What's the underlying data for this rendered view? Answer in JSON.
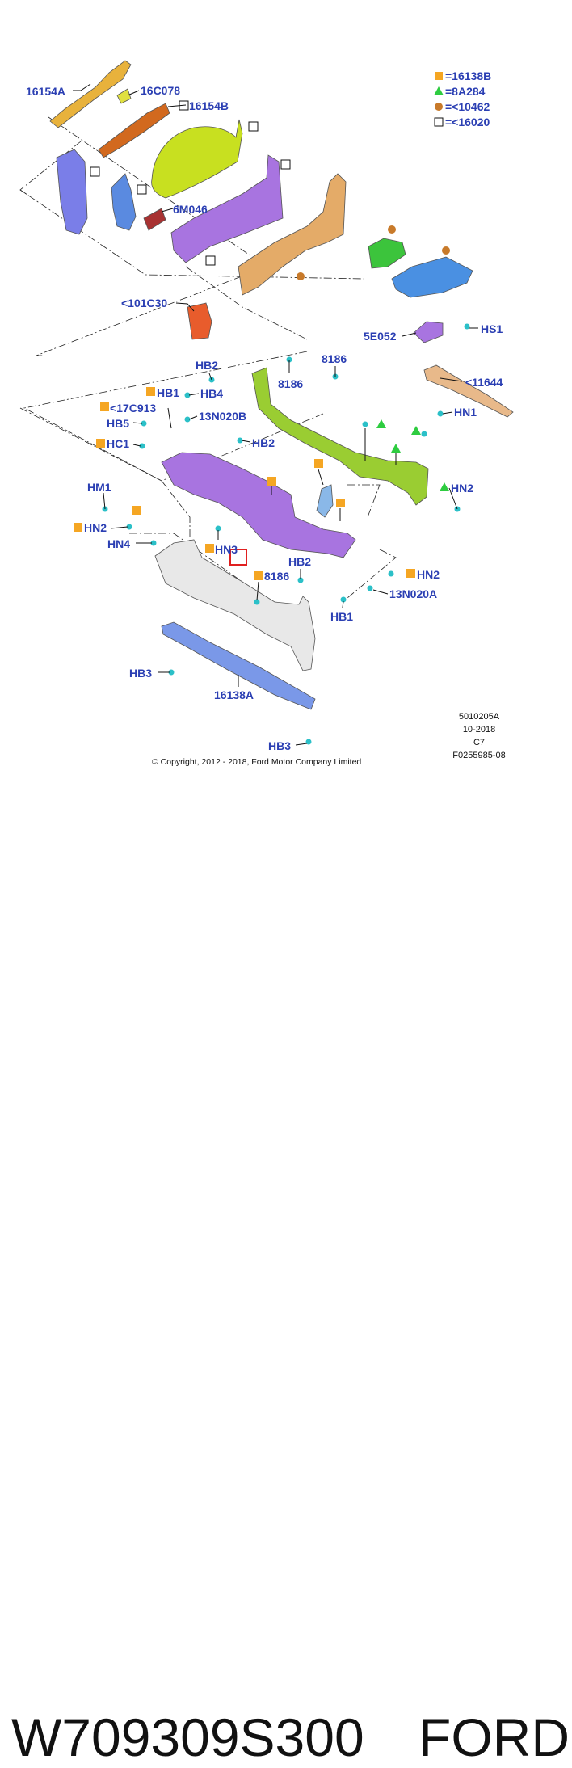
{
  "legend": [
    {
      "symbol": "square-orange",
      "text": "=16138B"
    },
    {
      "symbol": "triangle-green",
      "text": "=8A284"
    },
    {
      "symbol": "circle-brown",
      "text": "=<10462"
    },
    {
      "symbol": "square-outline",
      "text": "=<16020"
    }
  ],
  "labels": {
    "l16154A": "16154A",
    "l16C078": "16C078",
    "l16154B": "16154B",
    "l6M046": "6M046",
    "l101C30": "<101C30",
    "l5E052": "5E052",
    "lHS1": "HS1",
    "l11644": "<11644",
    "lHN1a": "HN1",
    "lHB2a": "HB2",
    "l8186a": "8186",
    "l8186b": "8186",
    "lHB1a": "HB1",
    "lHB4": "HB4",
    "l17C913": "<17C913",
    "lHB5": "HB5",
    "l13N020Ba": "13N020B",
    "lHC1": "HC1",
    "lHB2b": "HB2",
    "lHN2a": "HN2",
    "lHM1": "HM1",
    "lHN2b": "HN2",
    "lHN4": "HN4",
    "lHN3": "HN3",
    "lHB2c": "HB2",
    "l8186c": "8186",
    "lHN2c": "HN2",
    "l13N020A": "13N020A",
    "lHB1b": "HB1",
    "lHB3a": "HB3",
    "l16138A": "16138A",
    "lHB3b": "HB3"
  },
  "meta": {
    "code": "5010205A",
    "date": "10-2018",
    "rev": "C7",
    "figure": "F0255985-08"
  },
  "copyright": "© Copyright, 2012 - 2018, Ford Motor Company Limited",
  "caption": {
    "part_number": "W709309S300",
    "brand": "FORD"
  },
  "colors": {
    "label_blue": "#2b3fb3",
    "marker_orange": "#f5a623",
    "marker_green": "#2ecc40",
    "marker_brown": "#c87a2a",
    "fastener_cyan": "#2bc0c8",
    "highlight_red": "#e02020"
  }
}
